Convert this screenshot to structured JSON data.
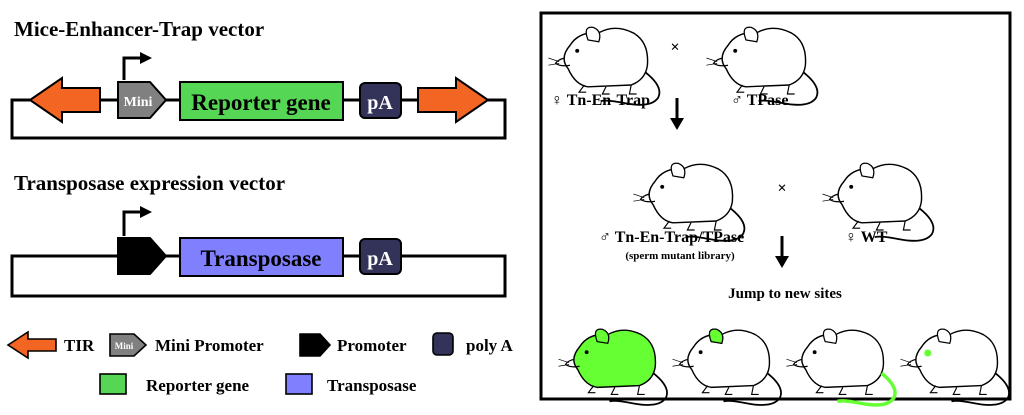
{
  "left_panel": {
    "vector1_title": "Mice-Enhancer-Trap vector",
    "vector1_mini_label": "Mini",
    "vector1_reporter_label": "Reporter gene",
    "vector1_pa_label": "pA",
    "vector2_title": "Transposase expression vector",
    "vector2_transposase_label": "Transposase",
    "vector2_pa_label": "pA"
  },
  "legend": {
    "tir": "TIR",
    "mini_icon_label": "Mini",
    "mini_promoter": "Mini Promoter",
    "promoter": "Promoter",
    "poly_a": "poly A",
    "reporter_gene": "Reporter gene",
    "transposase": "Transposase"
  },
  "right_panel": {
    "cross1_times": "×",
    "female_tn_label": "♀ Tn-En-Trap",
    "male_tpase_label": "♂ TPase",
    "cross2_times": "×",
    "male_tn_tpase_label": "♂ Tn-En-Trap/TPase",
    "sperm_library_label": "(sperm mutant library)",
    "female_wt_label": "♀ WT",
    "jump_label": "Jump to new sites"
  },
  "colors": {
    "tir_orange": "#f26522",
    "mini_gray": "#808080",
    "reporter_green": "#55d655",
    "transposase_blue": "#8080ff",
    "polya_navy": "#33335a",
    "gfp_green": "#66ff33"
  }
}
